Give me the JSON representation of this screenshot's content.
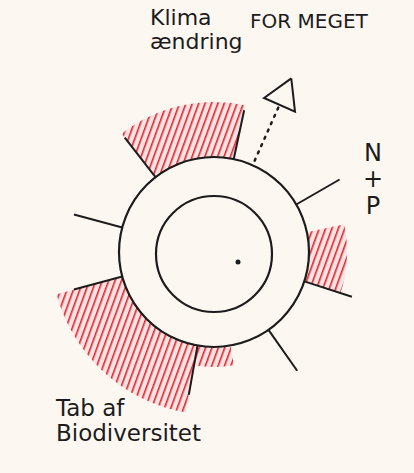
{
  "diagram": {
    "labels": [
      "Klima ændring",
      "FOR MEGET",
      "N + P",
      "Tab af Biodiversitet"
    ]
  }
}
